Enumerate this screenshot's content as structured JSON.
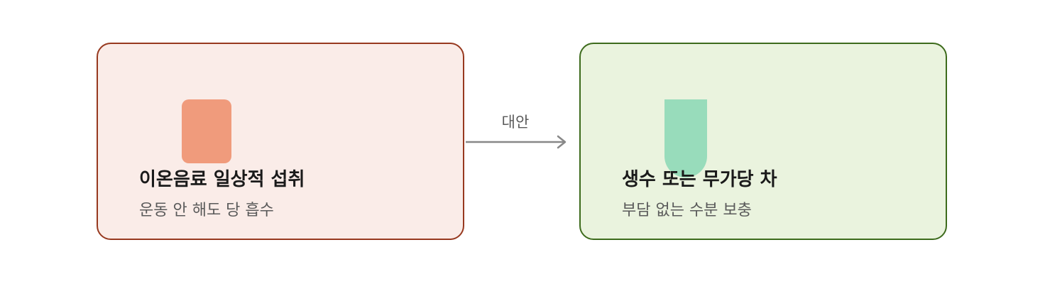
{
  "colors": {
    "left_fill": "#faece8",
    "left_border": "#97391f",
    "left_shape": "#f09b7c",
    "right_fill": "#eaf3de",
    "right_border": "#3d6b1c",
    "right_shape": "#98dcbb",
    "arrow": "#888888"
  },
  "nodes": {
    "left": {
      "title": "이온음료 일상적 섭취",
      "subtitle": "운동 안 해도 당 흡수",
      "icon": "drink-bottle-icon"
    },
    "right": {
      "title": "생수 또는 무가당 차",
      "subtitle": "부담 없는 수분 보충",
      "icon": "water-cup-icon"
    }
  },
  "edge": {
    "label": "대안"
  }
}
